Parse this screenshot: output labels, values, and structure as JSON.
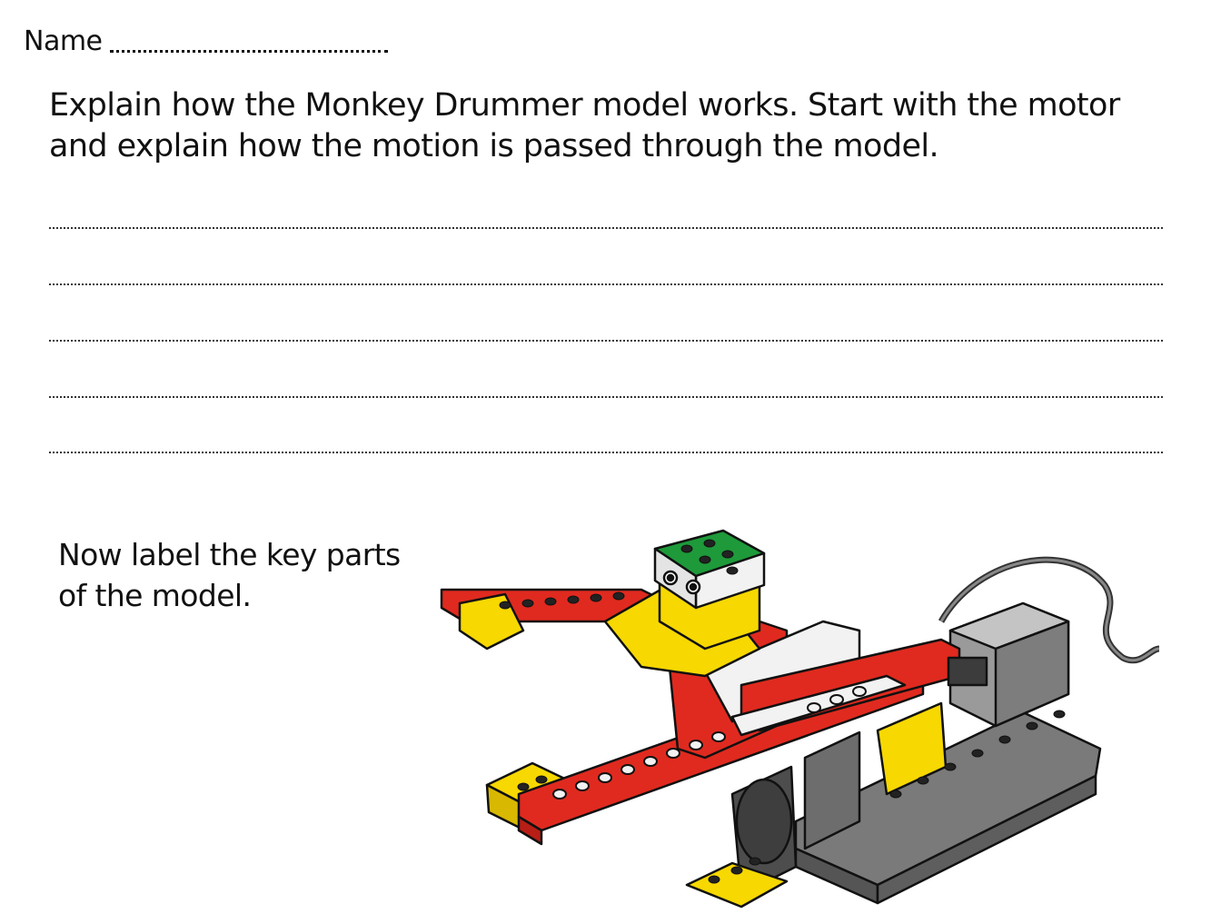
{
  "worksheet": {
    "name_label": "Name",
    "prompt": "Explain how the Monkey Drummer model works. Start with the motor and explain how the motion is passed through the model.",
    "answer_line_count": 5,
    "label_prompt": "Now label the key parts of the model."
  },
  "colors": {
    "text": "#111111",
    "brick_red": "#e02a1f",
    "brick_yellow": "#f7d800",
    "brick_green": "#1e9a3a",
    "brick_grey": "#8c8c8c",
    "brick_dark_grey": "#555555",
    "brick_white": "#f2f2f2"
  }
}
